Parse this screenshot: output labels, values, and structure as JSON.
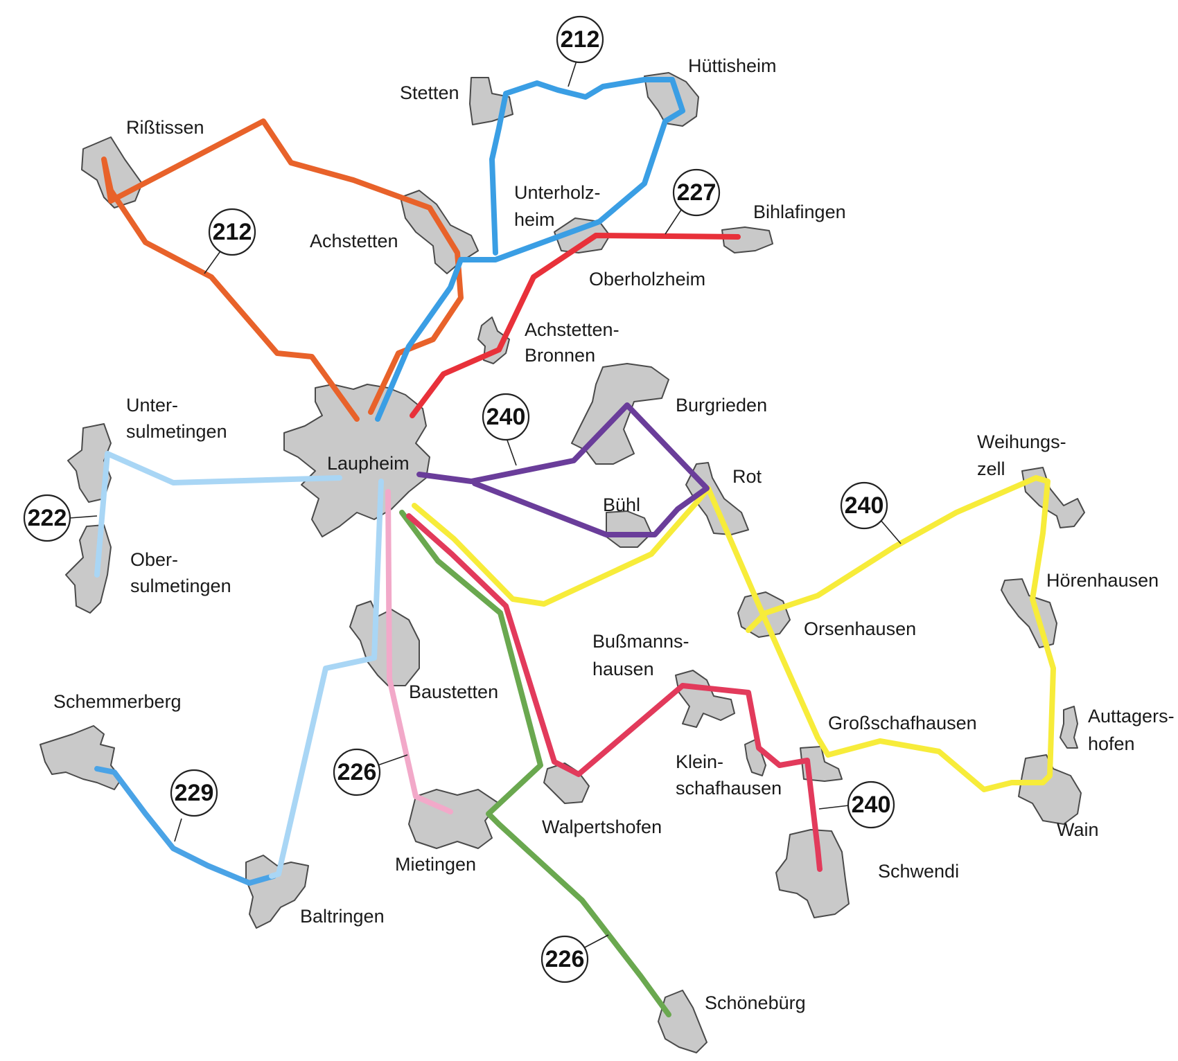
{
  "places": {
    "laupheim": "Laupheim",
    "risstissen": "Rißtissen",
    "stetten": "Stetten",
    "huettisheim": "Hüttisheim",
    "unterholzheim_1": "Unterholz-",
    "unterholzheim_2": "heim",
    "achstetten": "Achstetten",
    "bihlafingen": "Bihlafingen",
    "oberholzheim": "Oberholzheim",
    "achstetten_bronnen_1": "Achstetten-",
    "achstetten_bronnen_2": "Bronnen",
    "burgrieden": "Burgrieden",
    "untersulmetingen_1": "Unter-",
    "untersulmetingen_2": "sulmetingen",
    "obersulmetingen_1": "Ober-",
    "obersulmetingen_2": "sulmetingen",
    "rot": "Rot",
    "buehl": "Bühl",
    "weihungszell_1": "Weihungs-",
    "weihungszell_2": "zell",
    "hoerenhausen": "Hörenhausen",
    "orsenhausen": "Orsenhausen",
    "bussmannshausen_1": "Bußmanns-",
    "bussmannshausen_2": "hausen",
    "baustetten": "Baustetten",
    "schemmerberg": "Schemmerberg",
    "grossschafhausen": "Großschafhausen",
    "auttagershofen_1": "Auttagers-",
    "auttagershofen_2": "hofen",
    "kleinschafhausen_1": "Klein-",
    "kleinschafhausen_2": "schafhausen",
    "walpertshofen": "Walpertshofen",
    "mietingen": "Mietingen",
    "baltringen": "Baltringen",
    "schwendi": "Schwendi",
    "wain": "Wain",
    "schoeneburg": "Schönebürg"
  },
  "badges": {
    "b212_north": "212",
    "b212_west": "212",
    "b227": "227",
    "b240_center": "240",
    "b240_east": "240",
    "b240_south": "240",
    "b222": "222",
    "b226_west": "226",
    "b226_south": "226",
    "b229": "229"
  },
  "route_colors": {
    "r212_west": "#e8622a",
    "r212_north": "#3a9ee4",
    "r227": "#e8313a",
    "r240_purple": "#6a3d9a",
    "r240_yellow": "#f7ec3a",
    "r222": "#a9d6f5",
    "r229": "#4aa3e6",
    "r226_pink": "#f2a9c9",
    "r226_green": "#6aa84f",
    "r_crimson": "#e23a5b"
  }
}
